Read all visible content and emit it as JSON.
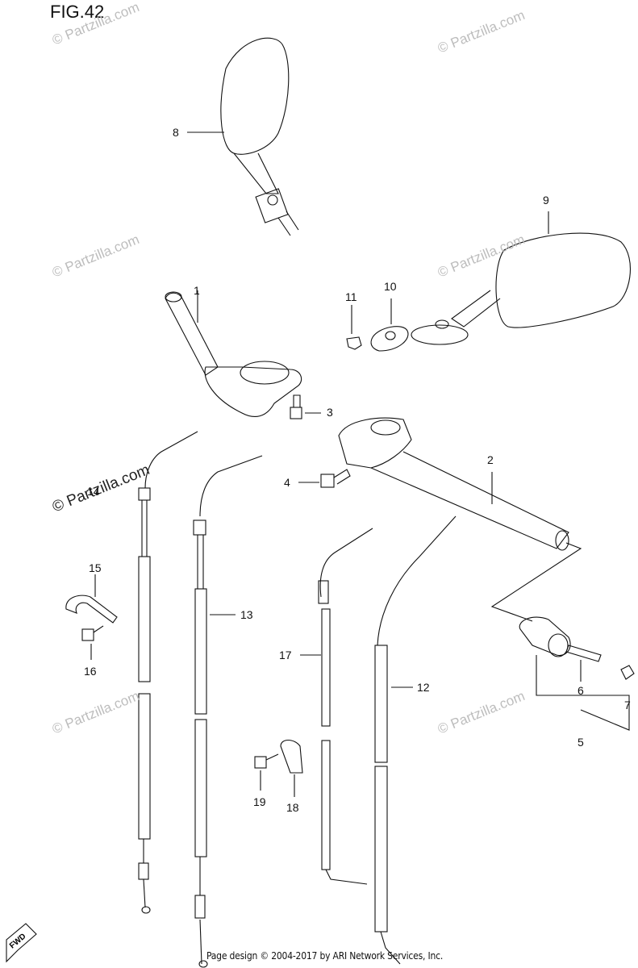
{
  "figure": {
    "title": "FIG.42"
  },
  "footer": "Page design © 2004-2017 by ARI Network Services, Inc.",
  "watermark": {
    "text": "© Partzilla.com"
  },
  "fwd_label": "FWD",
  "callouts": [
    {
      "id": "1",
      "label": "1"
    },
    {
      "id": "2",
      "label": "2"
    },
    {
      "id": "3",
      "label": "3"
    },
    {
      "id": "4",
      "label": "4"
    },
    {
      "id": "5",
      "label": "5"
    },
    {
      "id": "6",
      "label": "6"
    },
    {
      "id": "7",
      "label": "7"
    },
    {
      "id": "8",
      "label": "8"
    },
    {
      "id": "9",
      "label": "9"
    },
    {
      "id": "10",
      "label": "10"
    },
    {
      "id": "11",
      "label": "11"
    },
    {
      "id": "12",
      "label": "12"
    },
    {
      "id": "13",
      "label": "13"
    },
    {
      "id": "14",
      "label": "14"
    },
    {
      "id": "15",
      "label": "15"
    },
    {
      "id": "16",
      "label": "16"
    },
    {
      "id": "17",
      "label": "17"
    },
    {
      "id": "18",
      "label": "18"
    },
    {
      "id": "19",
      "label": "19"
    }
  ]
}
